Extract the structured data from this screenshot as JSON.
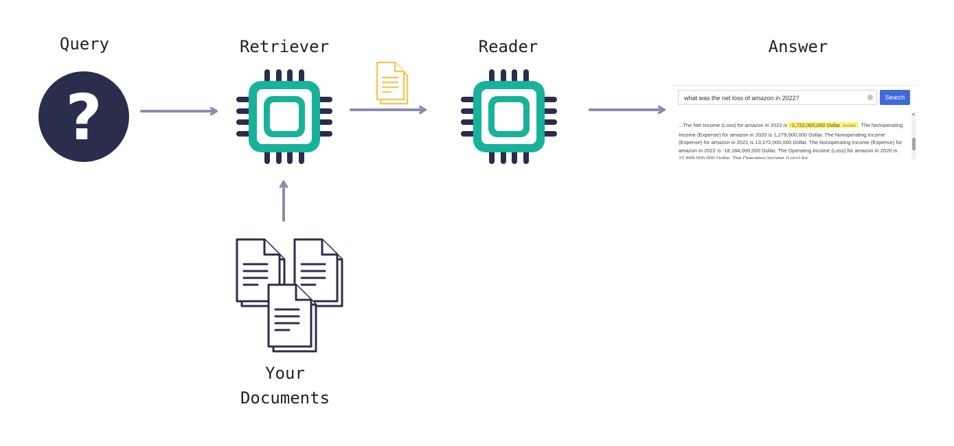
{
  "labels": {
    "query": "Query",
    "retriever": "Retriever",
    "reader": "Reader",
    "answer": "Answer",
    "documents_line1": "Your",
    "documents_line2": "Documents"
  },
  "query_symbol": "?",
  "answer_panel": {
    "search_value": "what was the net loss of amazon in 2022?",
    "search_button": "Search",
    "result_prefix": "...The Net Income (Loss) for amazon in 2022 is ",
    "result_highlight": "-2,722,000,000 Dollar",
    "result_tag": "Answer",
    "result_rest": ". The Nonoperating Income (Expense) for amazon in 2020 is 1,279,000,000 Dollar. The Nonoperating Income (Expense) for amazon in 2021 is 13,272,000,000 Dollar. The Nonoperating Income (Expense) for amazon in 2022 is -18,184,000,000 Dollar. The Operating Income (Loss) for amazon in 2020 is 22,899,000,000 Dollar. The Operating Income (Loss) for"
  },
  "colors": {
    "chip_teal": "#18b29a",
    "chip_dark": "#2b2d4d",
    "arrow": "#8a8cad",
    "passed_document": "#f5c85c",
    "search_button": "#3f6ad8",
    "highlight": "#fff36b"
  },
  "icons": [
    "question-icon",
    "retriever-chip-icon",
    "reader-chip-icon",
    "document-icon",
    "documents-icon"
  ]
}
